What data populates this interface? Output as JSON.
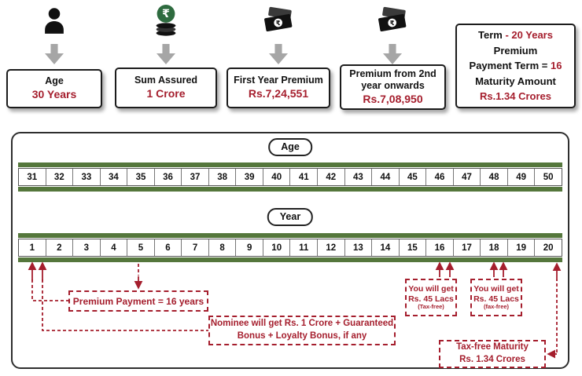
{
  "colors": {
    "accent_red": "#a51e2d",
    "green_bar": "#55773c",
    "arrow_gray": "#a6a6a6",
    "border_dark": "#1c1c1c"
  },
  "cards": [
    {
      "icon": "person-icon",
      "label": "Age",
      "value": "30 Years"
    },
    {
      "icon": "rupee-coin-icon",
      "label": "Sum Assured",
      "value": "1 Crore"
    },
    {
      "icon": "cash-icon",
      "label": "First Year Premium",
      "value": "Rs.7,24,551"
    },
    {
      "icon": "cash-icon",
      "label": "Premium from 2nd year onwards",
      "value": "Rs.7,08,950"
    }
  ],
  "summary": {
    "term_label": "Term",
    "term_value": "- 20 Years",
    "line2": "Premium",
    "ppt_label": "Payment Term =",
    "ppt_value": "16",
    "maturity_label": "Maturity Amount",
    "maturity_value": "Rs.1.34 Crores"
  },
  "timeline": {
    "age_label": "Age",
    "ages": [
      "31",
      "32",
      "33",
      "34",
      "35",
      "36",
      "37",
      "38",
      "39",
      "40",
      "41",
      "42",
      "43",
      "44",
      "45",
      "46",
      "47",
      "48",
      "49",
      "50"
    ],
    "year_label": "Year",
    "years": [
      "1",
      "2",
      "3",
      "4",
      "5",
      "6",
      "7",
      "8",
      "9",
      "10",
      "11",
      "12",
      "13",
      "14",
      "15",
      "16",
      "17",
      "18",
      "19",
      "20"
    ]
  },
  "annotations": {
    "premium_payment": "Premium Payment = 16 years",
    "payout_16": {
      "line1": "You will get",
      "line2": "Rs. 45 Lacs",
      "line3": "(Tax-free)"
    },
    "payout_18": {
      "line1": "You will get",
      "line2": "Rs. 45 Lacs",
      "line3": "(fax-free)"
    },
    "nominee_line1": "Nominee will get Rs. 1 Crore + Guaranteed",
    "nominee_line2": "Bonus + Loyalty Bonus, if any",
    "maturity_line1": "Tax-free Maturity",
    "maturity_line2": "Rs. 1.34 Crores"
  }
}
